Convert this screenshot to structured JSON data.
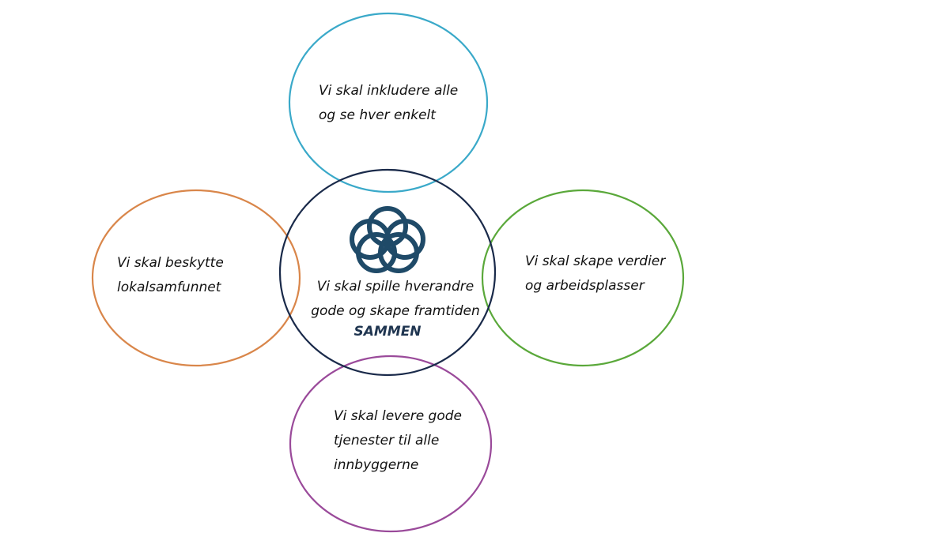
{
  "colors": {
    "top": "#3aa9c9",
    "left": "#d9864a",
    "right": "#5aa83a",
    "bottom": "#9a4a9a",
    "center": "#1a2a4a",
    "logo": "#1f4a68",
    "emphasis": "#1f3550"
  },
  "circles": {
    "top": {
      "text": "Vi skal inkludere alle\nog se hver enkelt"
    },
    "left": {
      "text": "Vi skal beskytte\nlokalsamfunnet"
    },
    "right": {
      "text": "Vi skal skape verdier\nog arbeidsplasser"
    },
    "bottom": {
      "text": "Vi skal levere gode\ntjenester til alle\ninnbyggerne"
    },
    "center": {
      "text": "Vi skal spille hverandre\ngode og skape framtiden",
      "emphasis": "SAMMEN",
      "logo": "five-rings-logo"
    }
  }
}
